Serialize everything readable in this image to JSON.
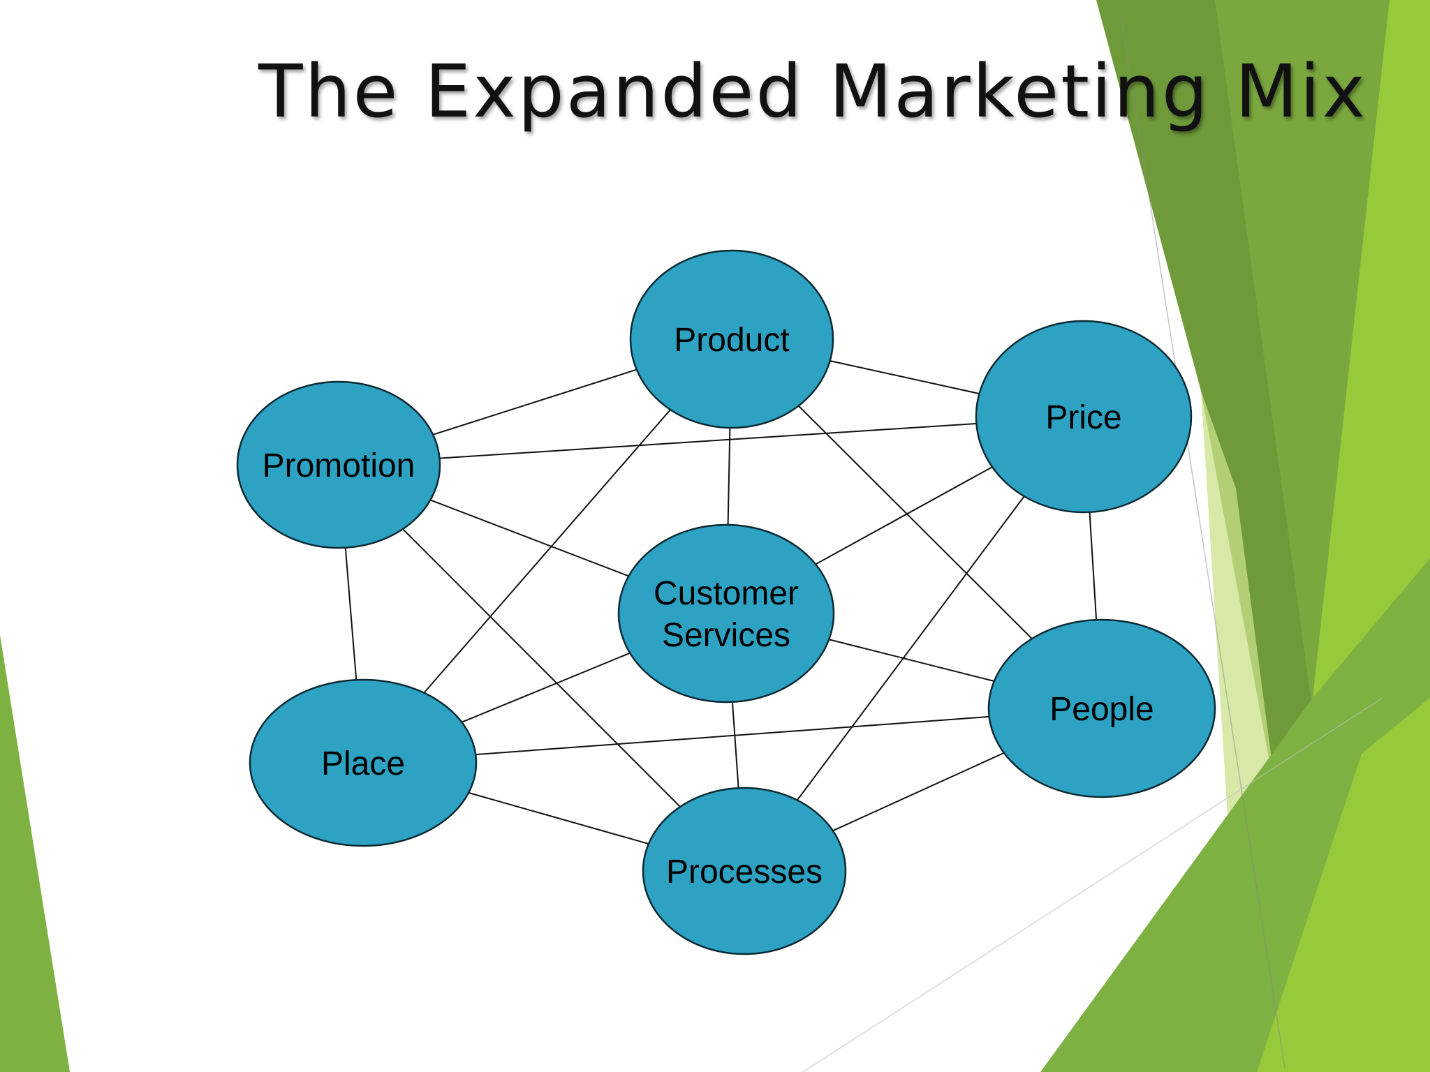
{
  "slide": {
    "title": "The Expanded Marketing Mix",
    "accent_colors": {
      "green_dark": "#6f9a3a",
      "green_mid": "#7db142",
      "green_light": "#97c93a",
      "green_pale": "#c9e08a",
      "node_fill": "#2ea2c2",
      "node_stroke": "#0a2a33"
    }
  },
  "diagram": {
    "nodes": [
      {
        "id": "product",
        "label": "Product"
      },
      {
        "id": "price",
        "label": "Price"
      },
      {
        "id": "promotion",
        "label": "Promotion"
      },
      {
        "id": "customer-services",
        "label_lines": [
          "Customer",
          "Services"
        ]
      },
      {
        "id": "people",
        "label": "People"
      },
      {
        "id": "place",
        "label": "Place"
      },
      {
        "id": "processes",
        "label": "Processes"
      }
    ],
    "edges": [
      [
        "product",
        "price"
      ],
      [
        "product",
        "promotion"
      ],
      [
        "product",
        "customer-services"
      ],
      [
        "product",
        "place"
      ],
      [
        "product",
        "people"
      ],
      [
        "promotion",
        "price"
      ],
      [
        "promotion",
        "customer-services"
      ],
      [
        "promotion",
        "place"
      ],
      [
        "promotion",
        "processes"
      ],
      [
        "price",
        "customer-services"
      ],
      [
        "price",
        "people"
      ],
      [
        "price",
        "processes"
      ],
      [
        "customer-services",
        "people"
      ],
      [
        "customer-services",
        "place"
      ],
      [
        "customer-services",
        "processes"
      ],
      [
        "place",
        "people"
      ],
      [
        "place",
        "processes"
      ],
      [
        "people",
        "processes"
      ]
    ]
  }
}
